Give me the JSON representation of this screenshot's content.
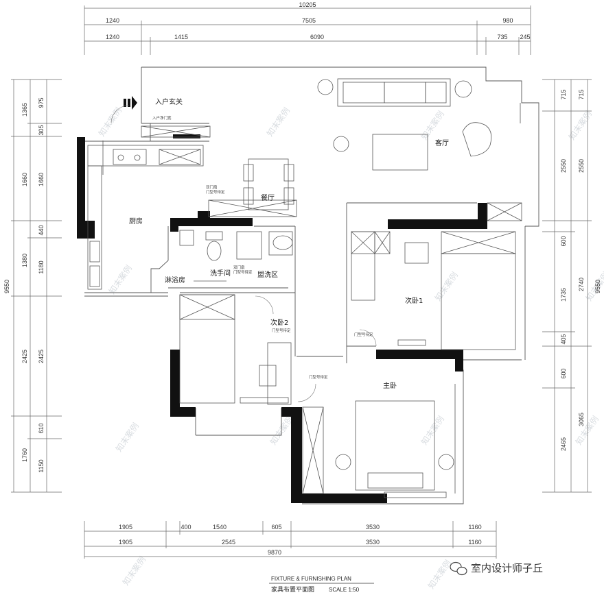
{
  "overall": {
    "top_width": "10205",
    "bottom_width": "9870",
    "left_height": "9550",
    "right_height": "9550"
  },
  "top_dims": {
    "row1": [
      "1240",
      "7505",
      "980"
    ],
    "row2": [
      "1240",
      "1415",
      "6090",
      "735",
      "245"
    ]
  },
  "bottom_dims": {
    "row1": [
      "1905",
      "400",
      "1540",
      "605",
      "3530",
      "1160"
    ],
    "row2": [
      "1905",
      "2545",
      "3530",
      "1160"
    ]
  },
  "left_dims": {
    "outer": [
      "1365",
      "1660",
      "1380",
      "2425",
      "1760"
    ],
    "inner": [
      "975",
      "305",
      "1660",
      "440",
      "1180",
      "2425",
      "610",
      "1150"
    ]
  },
  "right_dims": {
    "outer": [
      "715",
      "2550",
      "2740",
      "3065"
    ],
    "inner": [
      "715",
      "2550",
      "600",
      "1735",
      "405",
      "600",
      "2465"
    ]
  },
  "rooms": {
    "entry": "入户玄关",
    "living": "客厅",
    "dining": "餐厅",
    "kitchen": "厨房",
    "shower": "淋浴房",
    "wc": "洗手间",
    "laundry": "盥洗区",
    "bed2": "次卧2",
    "bed1": "次卧1",
    "master": "主卧"
  },
  "notes": {
    "entry_door": "入户净门宽",
    "dining_door": "双门扇\n门型号待定",
    "wc_door": "双门扇\n门型号待定",
    "bed2_door": "门型号待定",
    "bed1_door": "门型号待定",
    "master_door": "门型号待定"
  },
  "title": {
    "en": "FIXTURE & FURNISHING PLAN",
    "cn": "家具布置平面图",
    "scale": "SCALE 1:50"
  },
  "brand": "室内设计师子丘",
  "watermark": "知末案例"
}
